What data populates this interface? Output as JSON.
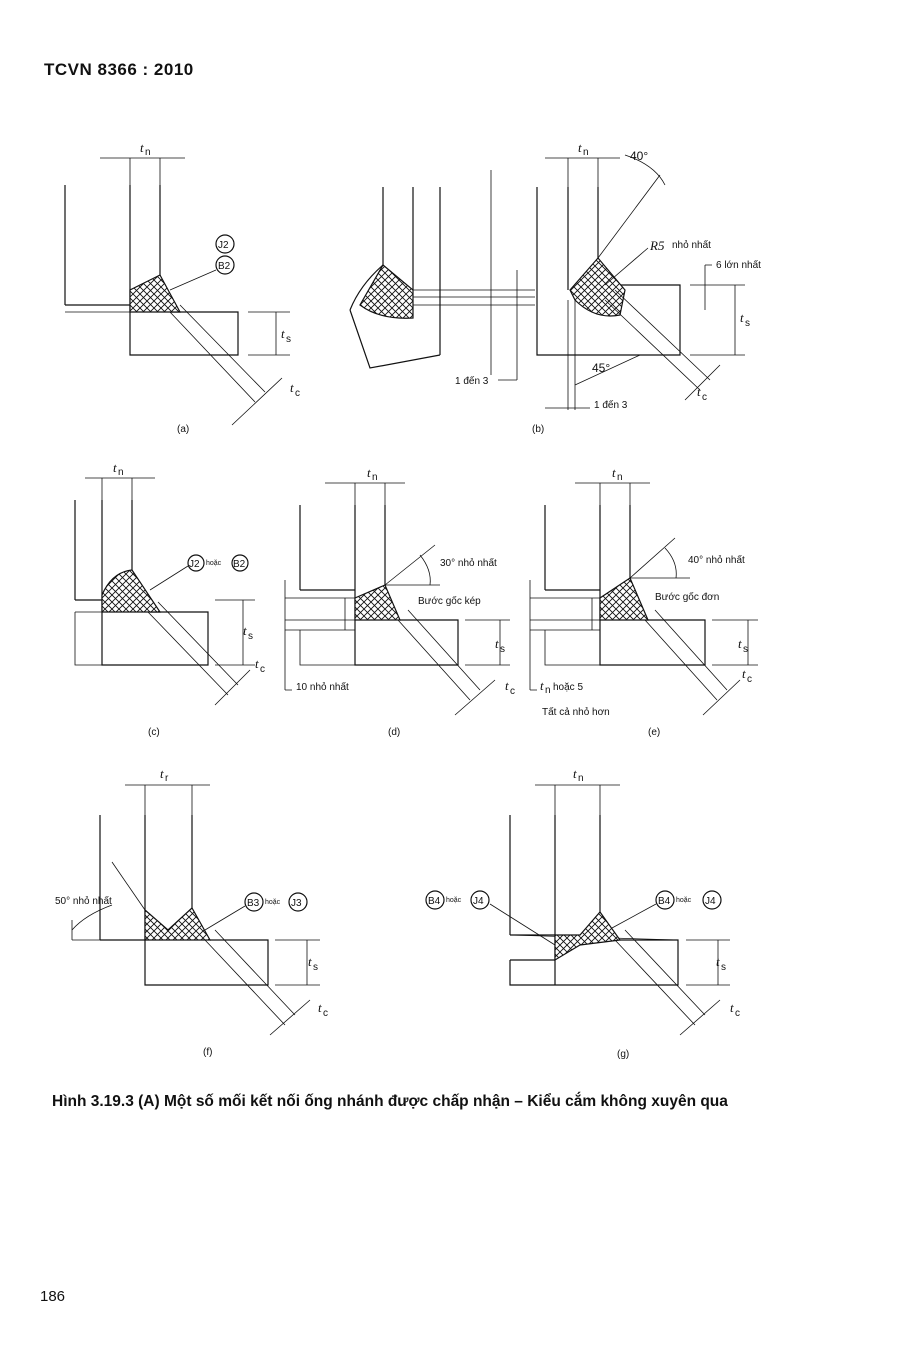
{
  "header": {
    "standard": "TCVN 8366 : 2010"
  },
  "caption": "Hình 3.19.3 (A) Một số mối kết nối ống nhánh được chấp nhận – Kiểu cắm không xuyên qua",
  "page_number": "186",
  "dims": {
    "tn": "t",
    "tn_sub": "n",
    "ts": "t",
    "ts_sub": "s",
    "tc": "t",
    "tc_sub": "c",
    "tr": "t",
    "tr_sub": "r"
  },
  "figures": {
    "a": {
      "label": "(a)",
      "circle1": "J2",
      "circle2": "B2"
    },
    "b": {
      "label": "(b)",
      "angle": "40°",
      "radius": "R5",
      "radius_note": "nhỏ nhất",
      "gap_note": "6 lớn nhất",
      "gap1": "1 đến 3",
      "gap2": "1 đến 3",
      "angle2": "45°"
    },
    "c": {
      "label": "(c)",
      "circle1": "J2",
      "or_word": "hoặc",
      "circle2": "B2"
    },
    "d": {
      "label": "(d)",
      "angle": "30° nhỏ nhất",
      "step": "Bước gốc kép",
      "min_note": "10 nhỏ nhất"
    },
    "e": {
      "label": "(e)",
      "angle": "40° nhỏ nhất",
      "step": "Bước gốc đơn",
      "note1": "hoặc 5",
      "note2": "Tất cả nhỏ hơn"
    },
    "f": {
      "label": "(f)",
      "angle": "50° nhỏ nhất",
      "circle1": "B3",
      "or_word": "hoặc",
      "circle2": "J3"
    },
    "g": {
      "label": "(g)",
      "circle1": "B4",
      "circle2": "J4",
      "circle3": "B4",
      "circle4": "J4",
      "or_word": "hoặc"
    }
  }
}
